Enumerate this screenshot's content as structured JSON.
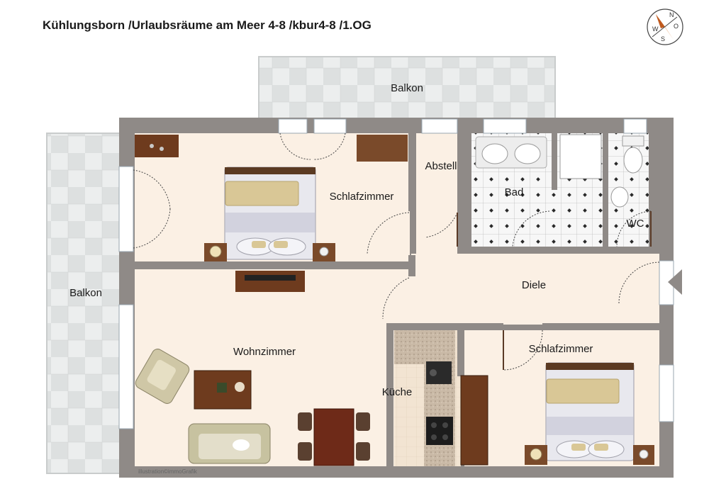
{
  "title": "Kühlungsborn /Urlaubsräume am Meer 4-8 /kbur4-8 /1.OG",
  "rooms": {
    "balkon_top": "Balkon",
    "balkon_left": "Balkon",
    "schlafzimmer_1": "Schlafzimmer",
    "abstell": "Abstell",
    "bad": "Bad",
    "wc": "WC",
    "diele": "Diele",
    "wohnzimmer": "Wohnzimmer",
    "kueche": "Küche",
    "schlafzimmer_2": "Schlafzimmer"
  },
  "credit": "illustration©immoGrafik",
  "compass": {
    "n": "N",
    "o": "O",
    "s": "S",
    "w": "W"
  },
  "colors": {
    "wall": "#8f8a87",
    "floor": "#fbf0e4",
    "tile": "#e9ecec",
    "wood": "#6e3b1e",
    "accent": "#e0863f"
  }
}
